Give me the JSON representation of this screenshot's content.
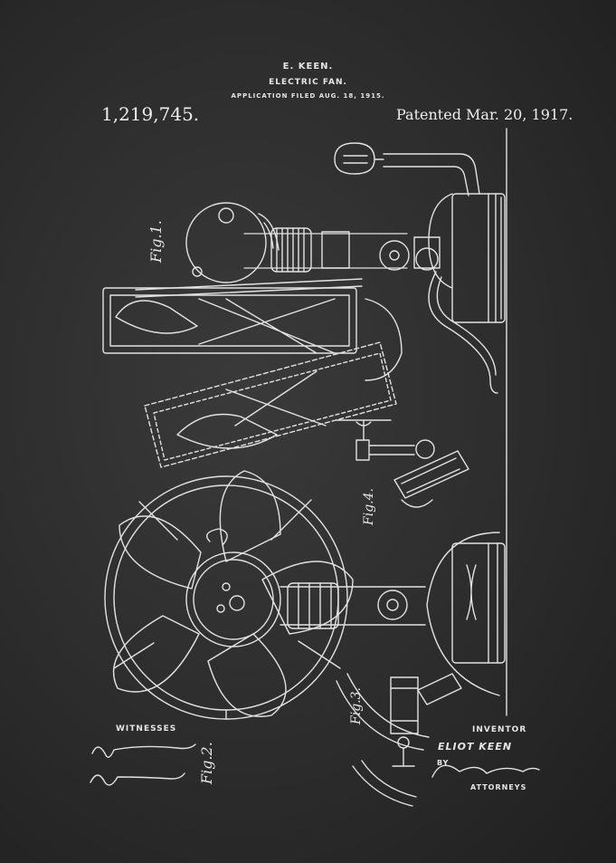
{
  "header": {
    "inventor": "E. KEEN.",
    "title": "ELECTRIC FAN.",
    "filed": "APPLICATION FILED AUG. 18, 1915."
  },
  "patent_number": "1,219,745.",
  "patented_date": "Patented Mar. 20, 1917.",
  "figures": {
    "fig1": "Fig.1.",
    "fig2": "Fig.2.",
    "fig3": "Fig.3.",
    "fig4": "Fig.4."
  },
  "footer": {
    "witnesses_label": "WITNESSES",
    "inventor_label": "INVENTOR",
    "inventor_name": "ELIOT KEEN",
    "by_label": "BY",
    "attorneys_label": "ATTORNEYS"
  },
  "colors": {
    "background": "#2b2b2b",
    "ink": "#e8e8e8"
  }
}
